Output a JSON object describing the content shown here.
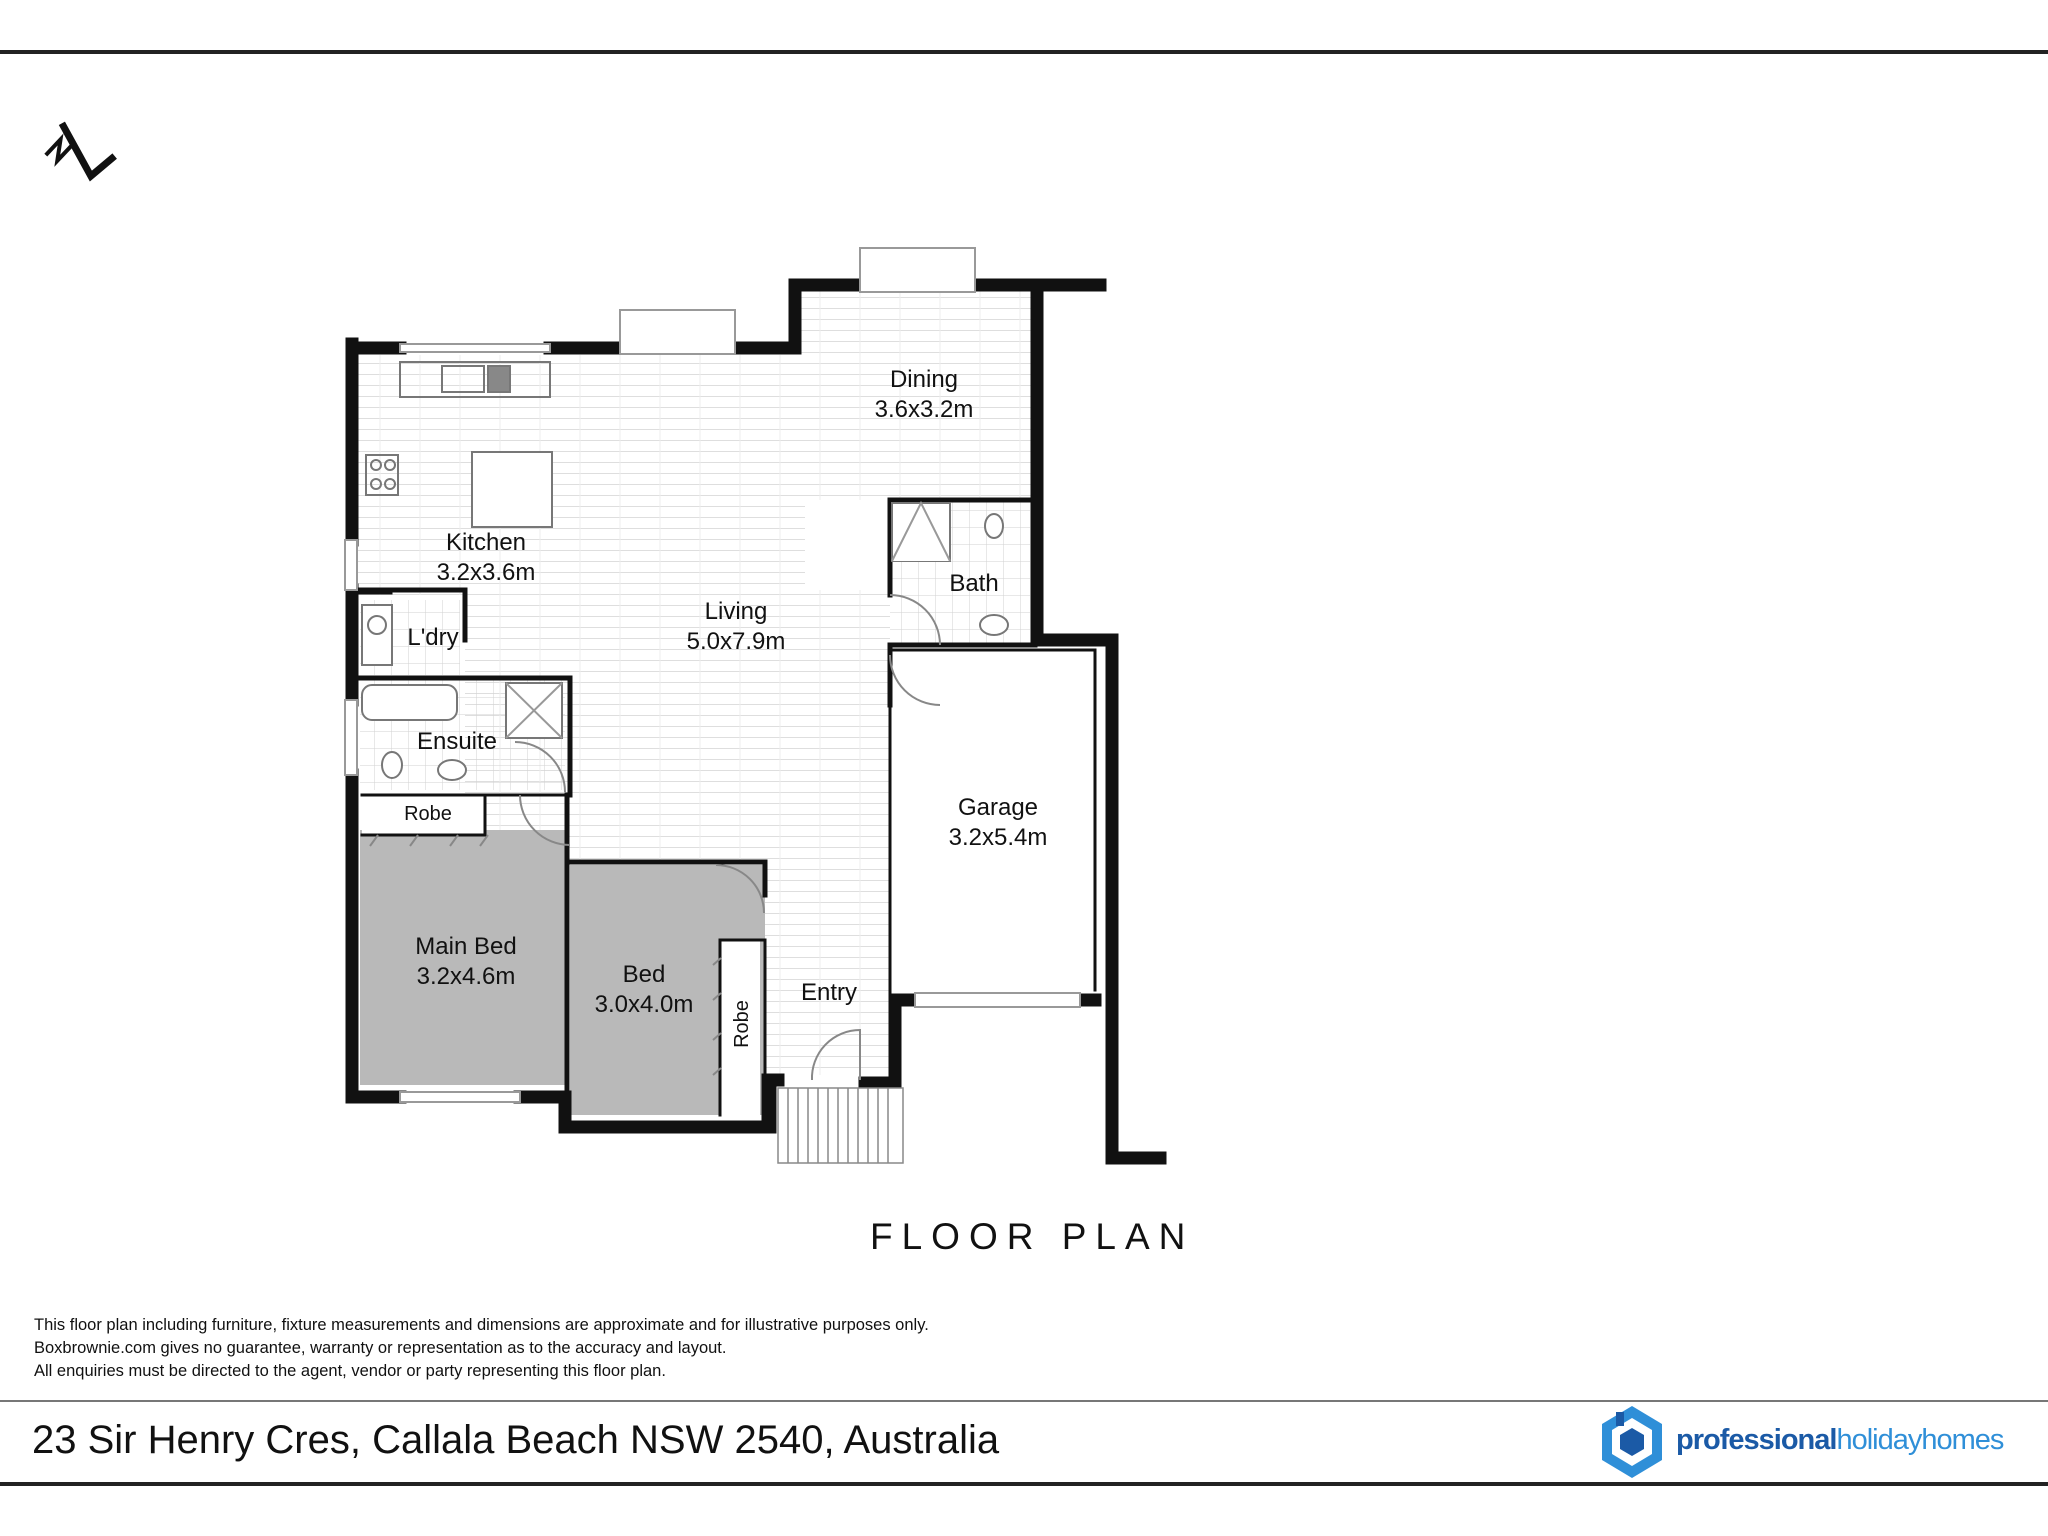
{
  "rooms": {
    "dining": {
      "name": "Dining",
      "size": "3.6x3.2m"
    },
    "kitchen": {
      "name": "Kitchen",
      "size": "3.2x3.6m"
    },
    "living": {
      "name": "Living",
      "size": "5.0x7.9m"
    },
    "bath": {
      "name": "Bath"
    },
    "laundry": {
      "name": "L'dry"
    },
    "ensuite": {
      "name": "Ensuite"
    },
    "robe_main": {
      "name": "Robe"
    },
    "garage": {
      "name": "Garage",
      "size": "3.2x5.4m"
    },
    "main_bed": {
      "name": "Main Bed",
      "size": "3.2x4.6m"
    },
    "bed": {
      "name": "Bed",
      "size": "3.0x4.0m"
    },
    "robe_bed": {
      "name": "Robe"
    },
    "entry": {
      "name": "Entry"
    }
  },
  "plan_title": "FLOOR PLAN",
  "disclaimer": [
    "This floor plan including furniture, fixture measurements and dimensions are approximate and for illustrative purposes only.",
    "Boxbrownie.com gives no guarantee, warranty or representation as to the accuracy and layout.",
    "All enquiries must be directed to the agent, vendor or party representing this floor plan."
  ],
  "address": "23 Sir Henry Cres, Callala Beach NSW 2540, Australia",
  "logo": {
    "part1": "professional",
    "part2": "holidayhomes"
  },
  "icons": {
    "compass": "north-arrow-icon",
    "logo": "house-logo-icon"
  },
  "colors": {
    "wall": "#111111",
    "bedroom_fill": "#b9b9b9",
    "floorboard": "#e4e4e4",
    "tile": "#d8d8d8",
    "logo_dark": "#1b5aa6",
    "logo_light": "#2f8fd8"
  }
}
